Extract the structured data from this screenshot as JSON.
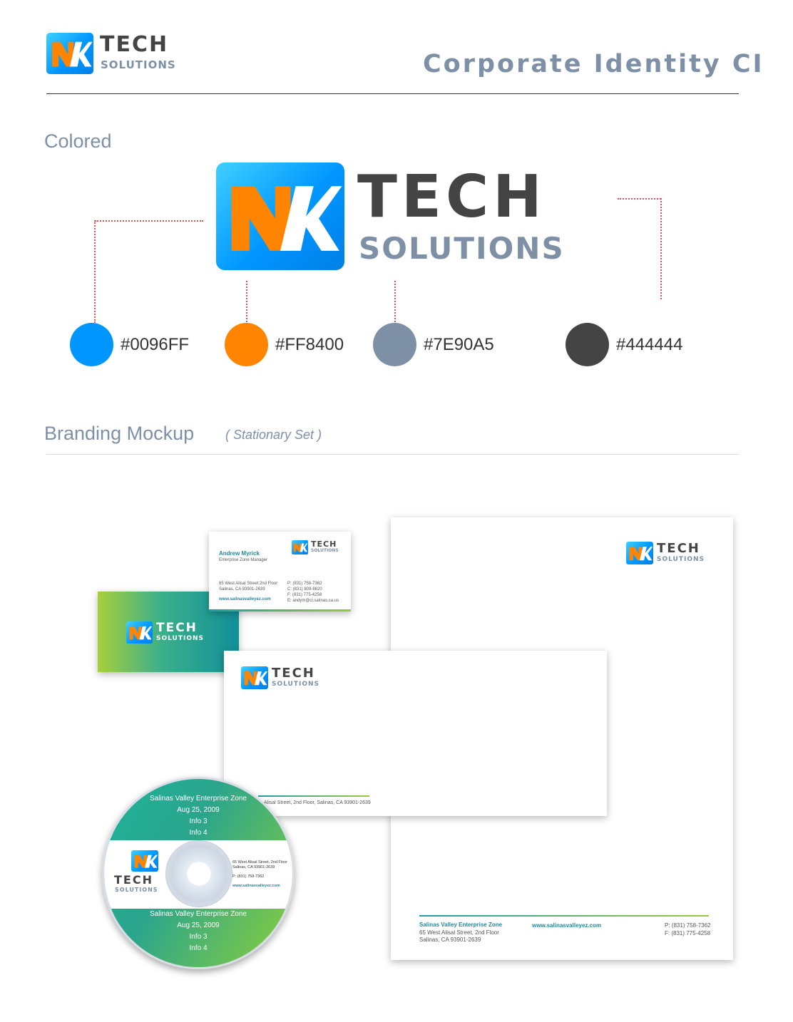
{
  "brand": {
    "mark": "NK",
    "word_top": "TECH",
    "word_bottom": "SOLUTIONS"
  },
  "header": {
    "title": "Corporate Identity CI"
  },
  "colored_section": {
    "title": "Colored",
    "swatches": [
      {
        "code": "#0096FF",
        "color": "#0096FF"
      },
      {
        "code": "#FF8400",
        "color": "#FF8400"
      },
      {
        "code": "#7E90A5",
        "color": "#7E90A5"
      },
      {
        "code": "#444444",
        "color": "#444444"
      }
    ]
  },
  "branding_section": {
    "title": "Branding Mockup",
    "subtitle": "( Stationary Set )"
  },
  "business_card": {
    "name": "Andrew Myrick",
    "role": "Enterprise Zone Manager",
    "address_line1": "65 West Alisal Street 2nd Floor",
    "address_line2": "Salinas, CA 93901-2639",
    "website": "www.salinasvalleyez.com",
    "phone": "P: (831) 758-7362",
    "cell": "C: (831) 809-8620",
    "fax": "F: (831) 775-4258",
    "email": "E: andym@ci.salinas.ca.us"
  },
  "envelope": {
    "return_address": "Alisal Street, 2nd Floor, Salinas, CA 93901-2639"
  },
  "letterhead": {
    "org": "Salinas Valley Enterprise Zone",
    "address_line1": "65 West Alisal Street, 2nd Floor",
    "address_line2": "Salinas, CA 93901-2639",
    "website": "www.salinasvalleyez.com",
    "phone": "P: (831) 758-7362",
    "fax": "F: (831) 775-4258"
  },
  "cd": {
    "top_lines": [
      "Salinas Valley Enterprise Zone",
      "Aug 25, 2009",
      "Info 3",
      "Info 4"
    ],
    "bottom_lines": [
      "Salinas Valley Enterprise Zone",
      "Aug 25, 2009",
      "Info 3",
      "Info 4"
    ],
    "address_line1": "65 West Alisal Street, 2nd Floor",
    "address_line2": "Salinas, CA 93901-2639",
    "phone": "P: (831) 758-7362",
    "website": "www.salinasvalleyez.com"
  },
  "colors": {
    "blue": "#0096FF",
    "orange": "#FF8400",
    "slate": "#7E90A5",
    "charcoal": "#444444"
  }
}
